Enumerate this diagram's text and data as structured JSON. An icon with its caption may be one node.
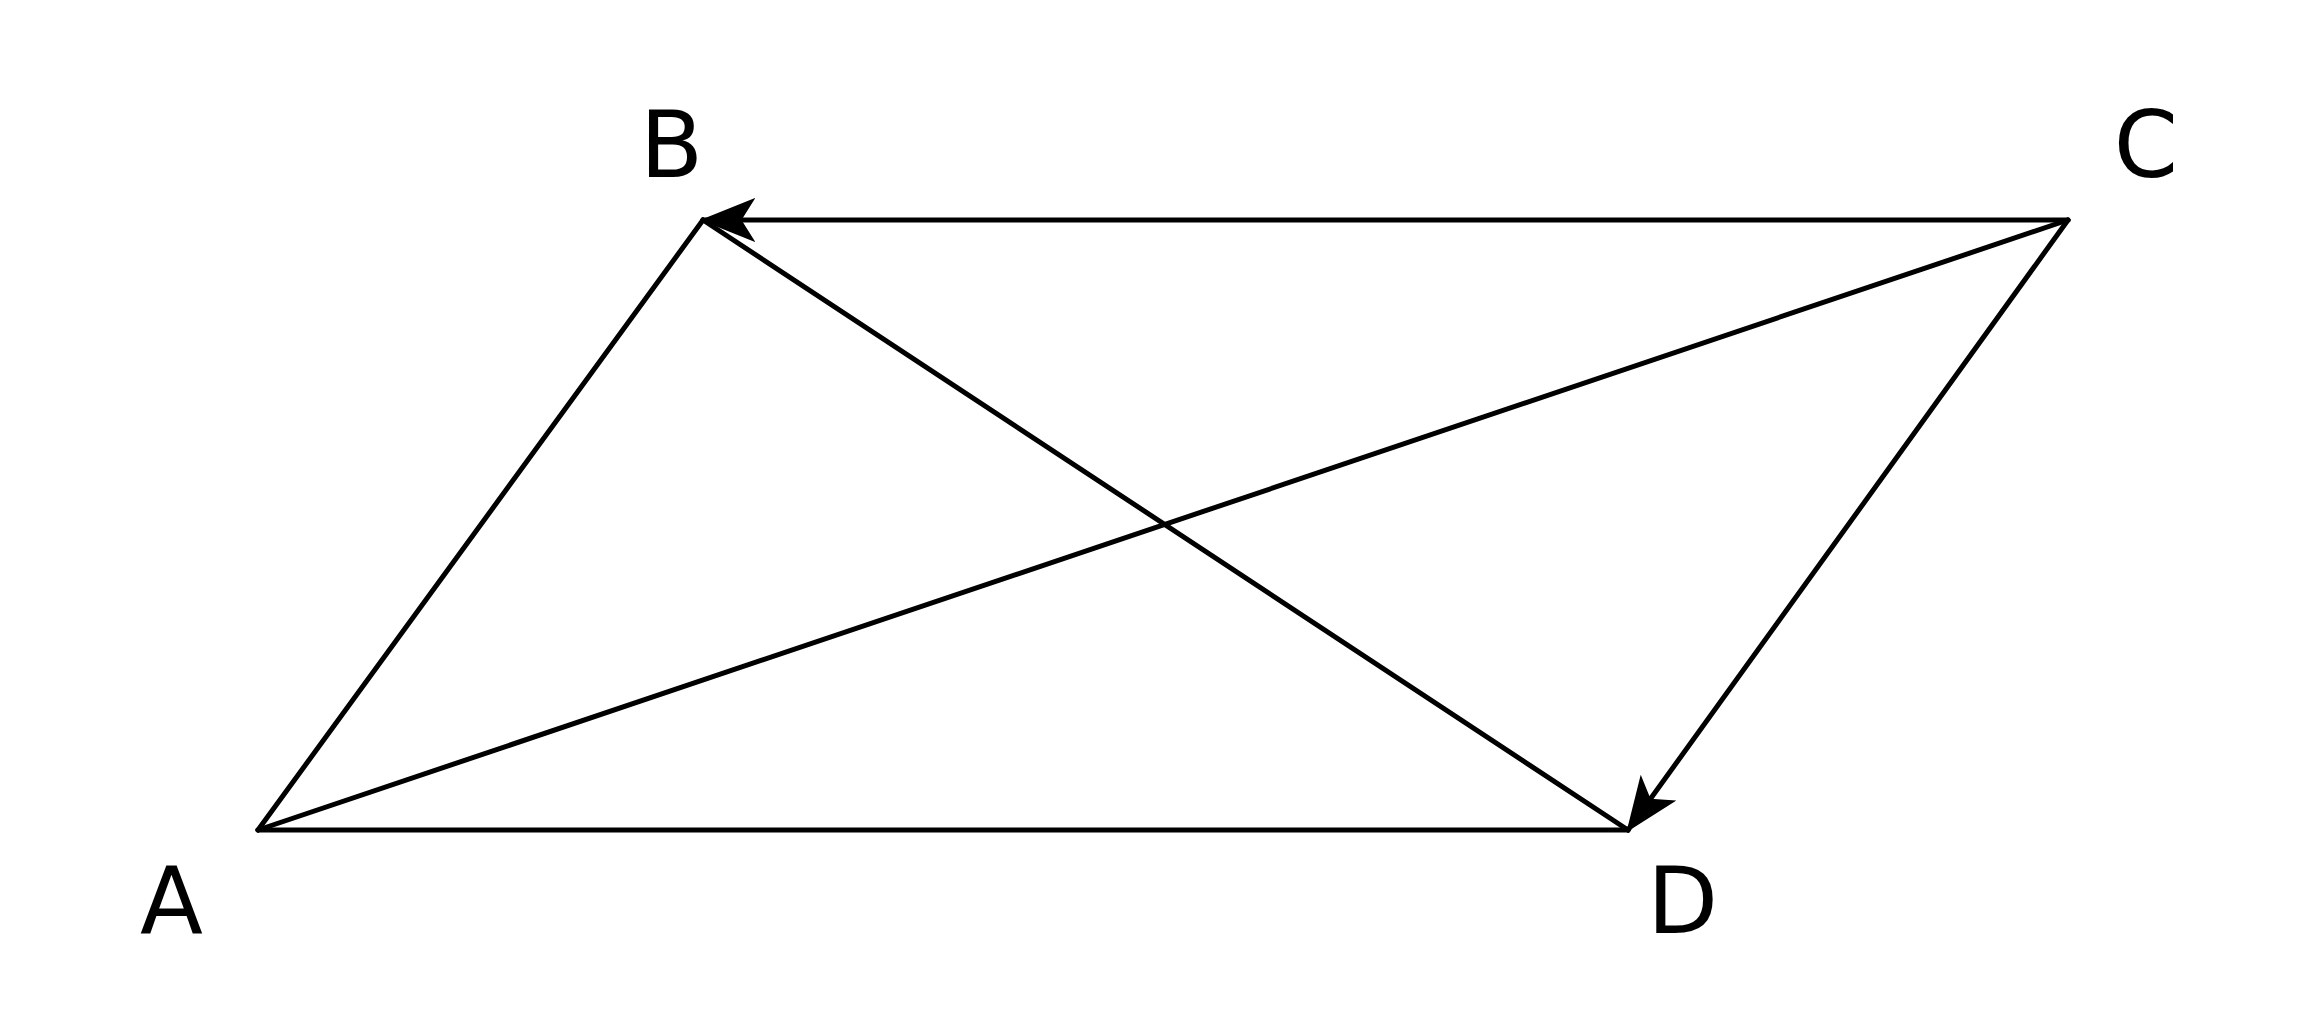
{
  "diagram": {
    "nodes": [
      {
        "text": [
          "A"
        ]
      },
      {
        "text": [
          "B"
        ]
      },
      {
        "text": [
          "C"
        ]
      },
      {
        "text": [
          "D"
        ]
      }
    ],
    "edges": [
      {
        "from": 0,
        "to": 1,
        "arrow": "none"
      },
      {
        "from": 2,
        "to": 1,
        "arrow": "to"
      },
      {
        "from": 1,
        "to": 3,
        "arrow": "none"
      },
      {
        "from": 0,
        "to": 2,
        "arrow": "none"
      },
      {
        "from": 2,
        "to": 3,
        "arrow": "to"
      },
      {
        "from": 0,
        "to": 3,
        "arrow": "none"
      }
    ]
  }
}
